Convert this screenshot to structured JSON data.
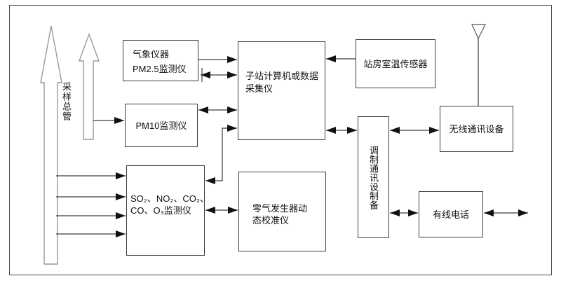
{
  "diagram": {
    "title_implicit": "air-quality-substation-block-diagram",
    "labels": {
      "manifold": "采样总管"
    },
    "boxes": {
      "weather": {
        "line1": "气象仪器",
        "line2": "PM2.5监测仪"
      },
      "pm10": {
        "label": "PM10监测仪"
      },
      "gas_analyzers": {
        "line1": "SO₂、NO₂、CO₂、",
        "line2": "CO、O₃监测仪"
      },
      "substation": {
        "line1": "子站计算机或数据",
        "line2": "采集仪"
      },
      "room_sensor": {
        "label": "站房室温传感器"
      },
      "zero_gas": {
        "line1": "零气发生器动",
        "line2": "态校准仪"
      },
      "modem": {
        "label": "调制通讯设制备"
      },
      "wireless": {
        "label": "无线通讯设备"
      },
      "phone": {
        "label": "有线电话"
      }
    },
    "icons": {
      "antenna": "antenna-icon",
      "sampling_arrows": "hollow-up-arrow-icon"
    },
    "colors": {
      "background": "#ffffff",
      "box_border": "#3c3c3c",
      "connector_line": "#3c3c3c",
      "arrowhead": "#111111",
      "hollow_arrow_outline": "#999999",
      "outer_frame": "#4a4a4a",
      "text": "#111111"
    }
  }
}
